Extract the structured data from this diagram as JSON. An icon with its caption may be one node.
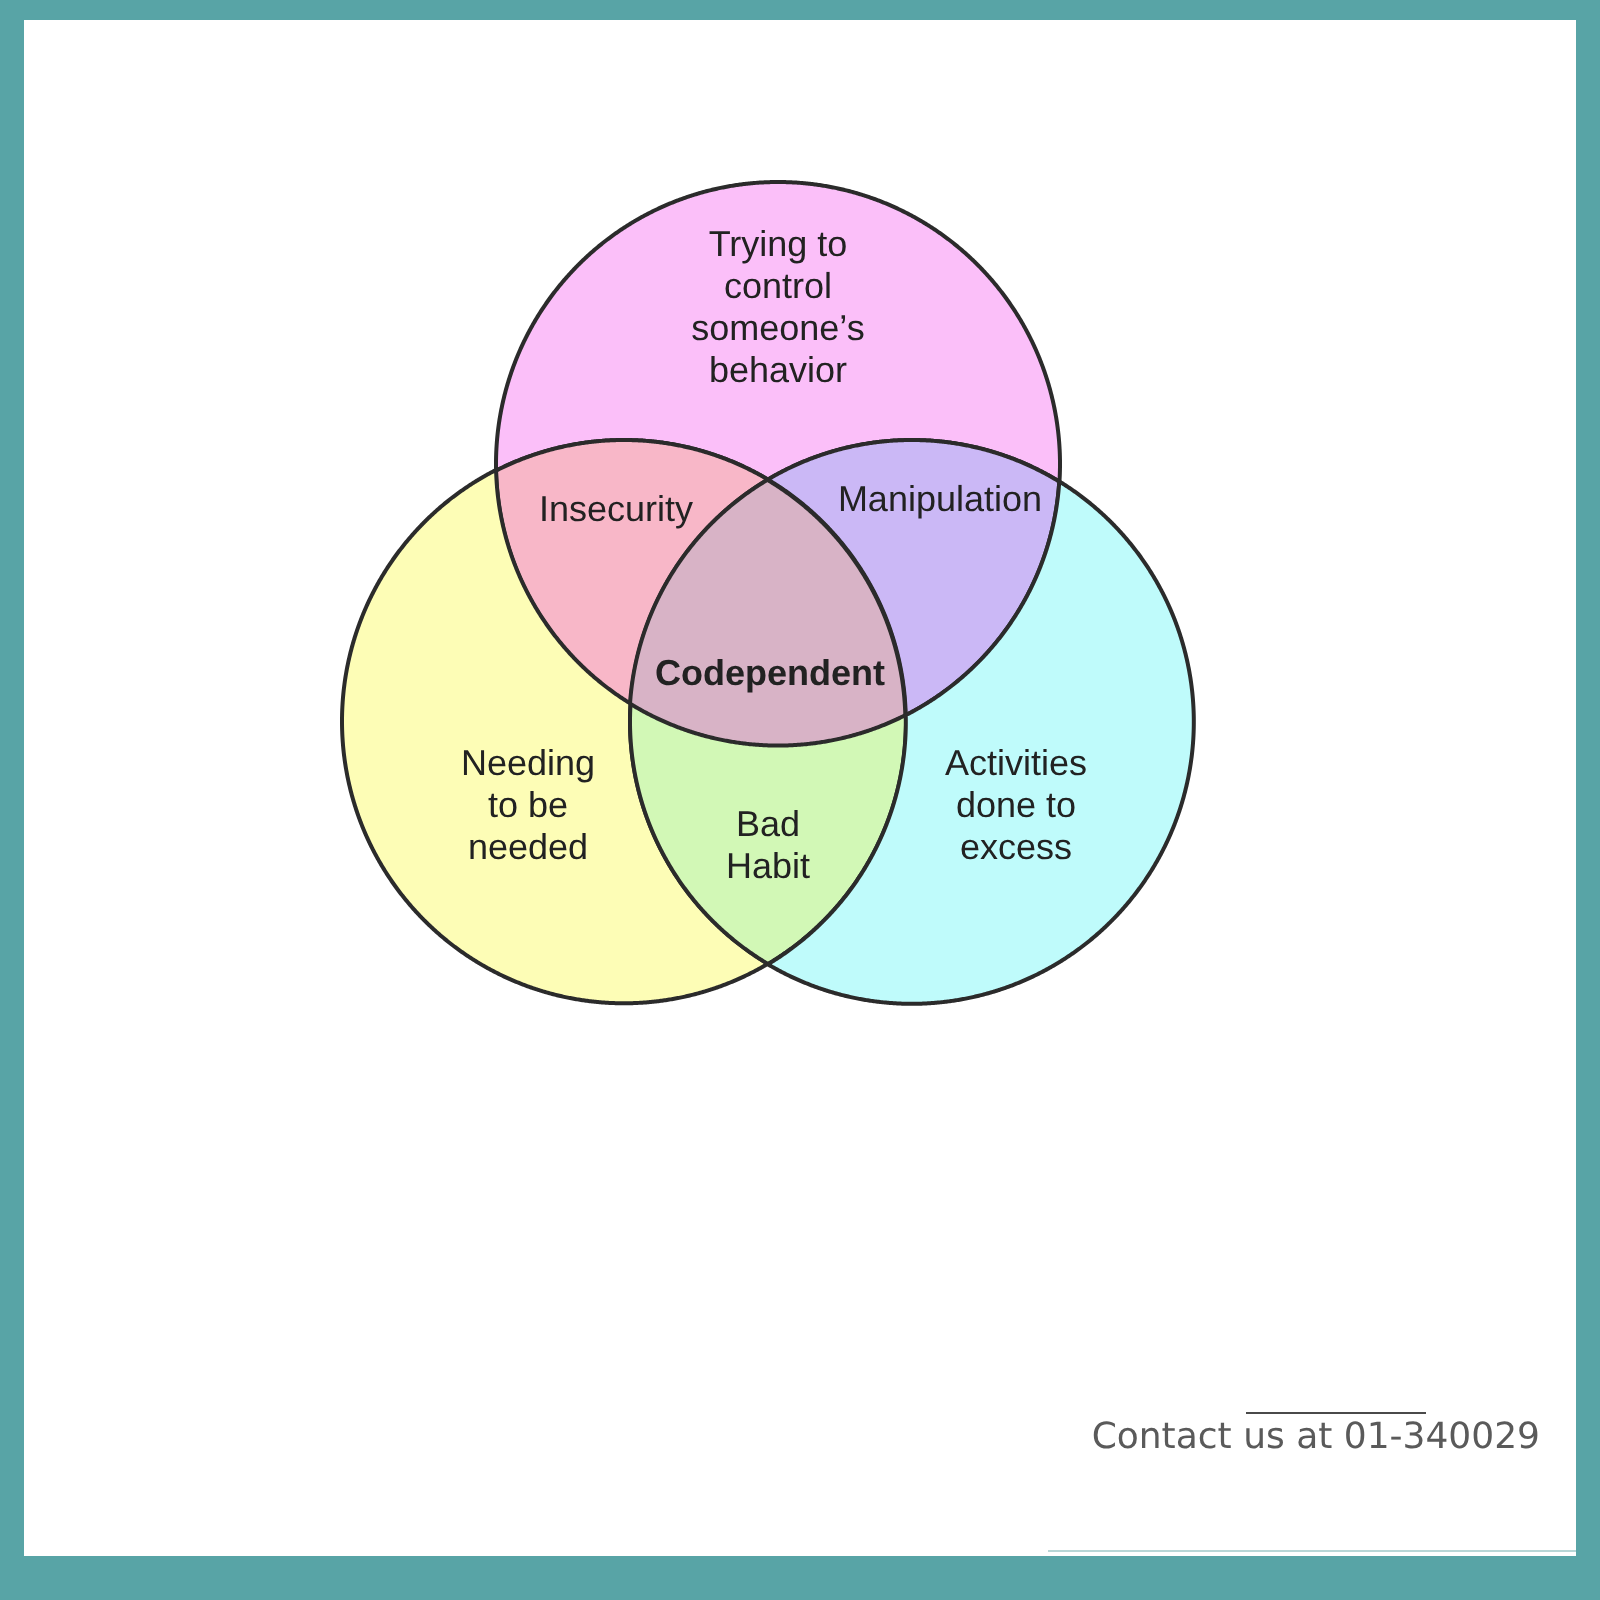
{
  "diagram": {
    "nodes": [
      {
        "text": [
          "Trying to control someone’s behavior"
        ]
      },
      {
        "text": [
          "Insecurity"
        ]
      },
      {
        "text": [
          "Manipulation"
        ]
      },
      {
        "text": [
          "Codependent"
        ]
      },
      {
        "text": [
          "Needing to be needed"
        ]
      },
      {
        "text": [
          "Bad Habit"
        ]
      },
      {
        "text": [
          "Activities done to excess"
        ]
      }
    ],
    "labels": [
      "Contact us at 01-340029"
    ]
  }
}
